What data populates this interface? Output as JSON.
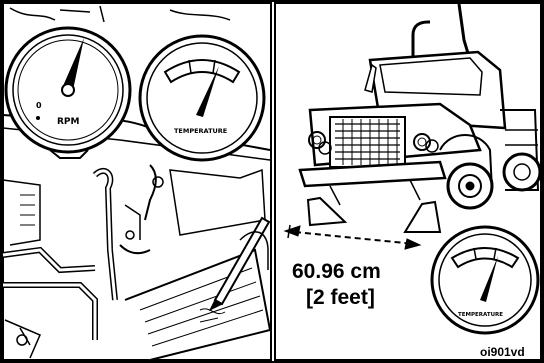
{
  "left_panel": {
    "rpm_gauge": {
      "label": "RPM",
      "zero_mark": "0"
    },
    "temperature_gauge": {
      "label": "TEMPERATURE"
    }
  },
  "right_panel": {
    "distance": {
      "metric": "60.96 cm",
      "imperial": "[2 feet]"
    },
    "temperature_gauge": {
      "label": "TEMPERATURE"
    }
  },
  "figure_code": "oi901vd"
}
